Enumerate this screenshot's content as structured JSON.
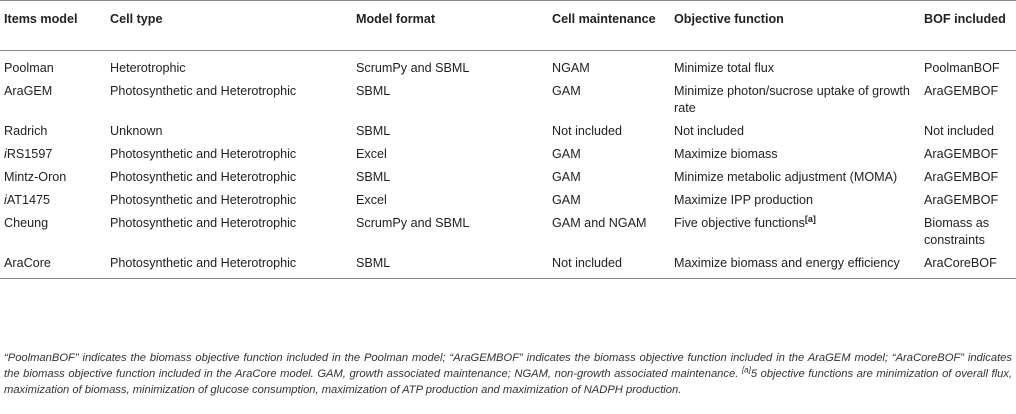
{
  "table": {
    "headers": [
      "Items model",
      "Cell type",
      "Model format",
      "Cell maintenance",
      "Objective function",
      "BOF included"
    ],
    "rows": [
      {
        "model_prefix": "",
        "model": "Poolman",
        "cell_type": "Heterotrophic",
        "format": "ScrumPy and SBML",
        "maintenance": "NGAM",
        "objective": "Minimize total flux",
        "objective_ref": "",
        "bof": "PoolmanBOF"
      },
      {
        "model_prefix": "",
        "model": "AraGEM",
        "cell_type": "Photosynthetic and Heterotrophic",
        "format": "SBML",
        "maintenance": "GAM",
        "objective": "Minimize photon/sucrose uptake of growth rate",
        "objective_ref": "",
        "bof": "AraGEMBOF"
      },
      {
        "model_prefix": "",
        "model": "Radrich",
        "cell_type": "Unknown",
        "format": "SBML",
        "maintenance": "Not included",
        "objective": "Not included",
        "objective_ref": "",
        "bof": "Not included"
      },
      {
        "model_prefix": "i",
        "model": "RS1597",
        "cell_type": "Photosynthetic and Heterotrophic",
        "format": "Excel",
        "maintenance": "GAM",
        "objective": "Maximize biomass",
        "objective_ref": "",
        "bof": "AraGEMBOF"
      },
      {
        "model_prefix": "",
        "model": "Mintz-Oron",
        "cell_type": "Photosynthetic and Heterotrophic",
        "format": "SBML",
        "maintenance": "GAM",
        "objective": "Minimize metabolic adjustment (MOMA)",
        "objective_ref": "",
        "bof": "AraGEMBOF"
      },
      {
        "model_prefix": "i",
        "model": "AT1475",
        "cell_type": "Photosynthetic and Heterotrophic",
        "format": "Excel",
        "maintenance": "GAM",
        "objective": "Maximize IPP production",
        "objective_ref": "",
        "bof": "AraGEMBOF"
      },
      {
        "model_prefix": "",
        "model": "Cheung",
        "cell_type": "Photosynthetic and Heterotrophic",
        "format": "ScrumPy and SBML",
        "maintenance": "GAM and NGAM",
        "objective": "Five objective functions",
        "objective_ref": "[a]",
        "bof": "Biomass as constraints"
      },
      {
        "model_prefix": "",
        "model": "AraCore",
        "cell_type": "Photosynthetic and Heterotrophic",
        "format": "SBML",
        "maintenance": "Not included",
        "objective": "Maximize biomass and energy efficiency",
        "objective_ref": "",
        "bof": "AraCoreBOF"
      }
    ]
  },
  "footnote": {
    "main": "“PoolmanBOF” indicates the biomass objective function included in the Poolman model; “AraGEMBOF” indicates the biomass objective function included in the AraGEM model; “AraCoreBOF” indicates the biomass objective function included in the AraCore model. GAM, growth associated maintenance; NGAM, non-growth associated maintenance.",
    "marker": "[a]",
    "note": "5 objective functions are minimization of overall flux, maximization of biomass, minimization of glucose consumption, maximization of ATP production and maximization of NADPH production."
  }
}
